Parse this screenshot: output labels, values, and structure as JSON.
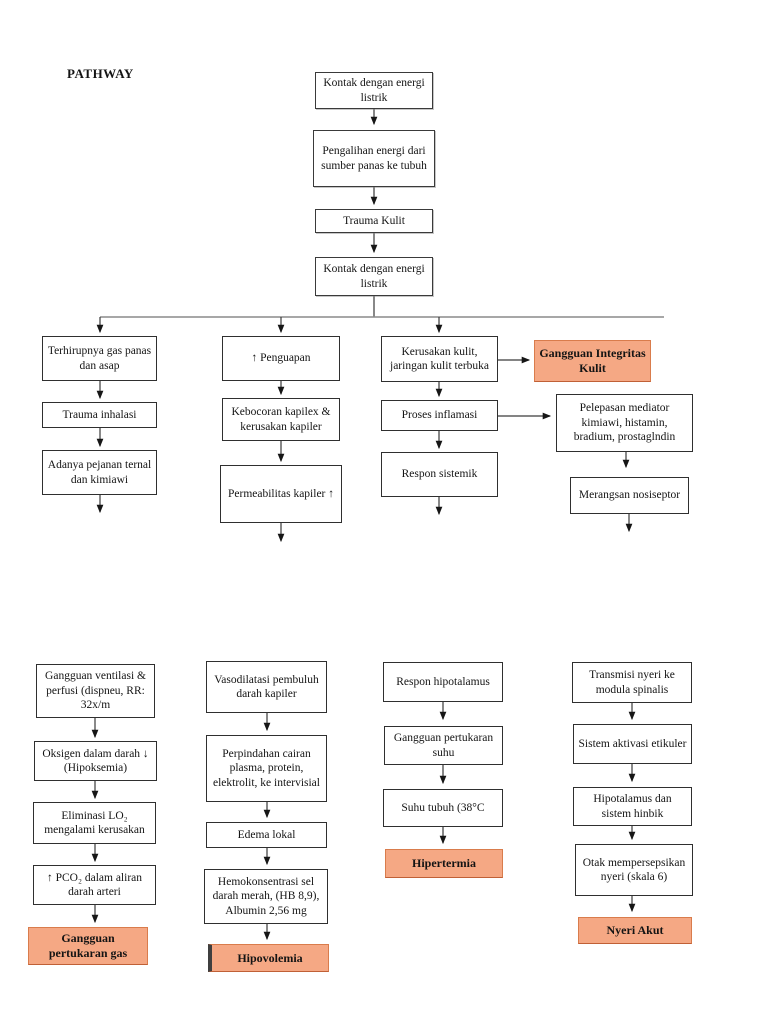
{
  "diagram": {
    "title": "PATHWAY",
    "colors": {
      "highlight_fill": "#f5a884",
      "highlight_border": "#d97c4c"
    },
    "main_chain": [
      "Kontak dengan energi listrik",
      "Pengalihan energi dari sumber panas ke tubuh",
      "Trauma Kulit",
      "Kontak dengan energi listrik"
    ],
    "inhalation_branch": [
      "Terhirupnya gas panas dan asap",
      "Trauma inhalasi",
      "Adanya pejanan ternal dan kimiawi"
    ],
    "evaporation_branch": [
      "↑  Penguapan",
      "Kebocoran kapilex & kerusakan kapiler",
      "Permeabilitas kapiler ↑"
    ],
    "skin_branch": {
      "boxes": [
        "Kerusakan kulit, jaringan kulit terbuka",
        "Proses inflamasi",
        "Respon sistemik"
      ],
      "diagnosis": "Gangguan Integritas Kulit",
      "side_boxes": [
        "Pelepasan mediator kimiawi, histamin, bradium, prostaglndin",
        "Merangsan nosiseptor"
      ]
    },
    "gas_exchange_column": {
      "boxes": [
        "Gangguan ventilasi & perfusi (dispneu, RR: 32x/m",
        "Oksigen dalam darah ↓ (Hipoksemia)",
        "Eliminasi LO₂ mengalami kerusakan",
        "↑ PCO₂ dalam aliran darah arteri"
      ],
      "diagnosis": "Gangguan pertukaran gas"
    },
    "hypovolemia_column": {
      "boxes": [
        "Vasodilatasi pembuluh darah kapiler",
        "Perpindahan cairan plasma, protein, elektrolit, ke intervisial",
        "Edema lokal",
        "Hemokonsentrasi sel darah merah, (HB 8,9), Albumin 2,56 mg"
      ],
      "diagnosis": "Hipovolemia"
    },
    "hyperthermia_column": {
      "boxes": [
        "Respon hipotalamus",
        "Gangguan pertukaran suhu",
        "Suhu tubuh (38°C"
      ],
      "diagnosis": "Hipertermia"
    },
    "pain_column": {
      "boxes": [
        "Transmisi nyeri ke modula spinalis",
        "Sistem aktivasi etikuler",
        "Hipotalamus dan sistem hinbik",
        "Otak mempersepsikan nyeri (skala 6)"
      ],
      "diagnosis": "Nyeri Akut"
    }
  }
}
